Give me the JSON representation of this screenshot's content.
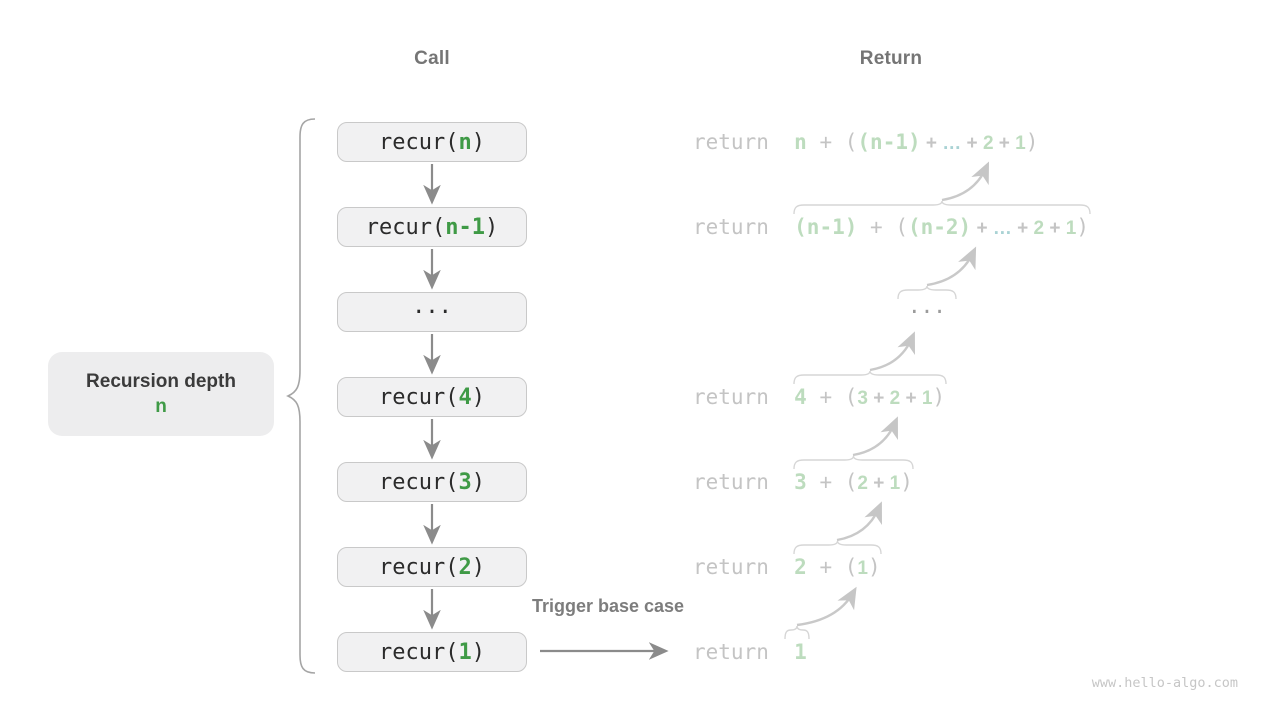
{
  "title_headers": {
    "call": "Call",
    "return": "Return"
  },
  "labels": {
    "recursion_depth_line1": "Recursion depth",
    "recursion_depth_line2": "n",
    "trigger": "Trigger base case",
    "watermark": "www.hello-algo.com"
  },
  "colors": {
    "green_dark": "#3f9a46",
    "green_light": "#bddcbe",
    "teal_light": "#a9d2d4"
  },
  "call_column": {
    "boxes": [
      {
        "tokens": [
          {
            "t": "recur(",
            "c": "d"
          },
          {
            "t": "n",
            "c": "grd",
            "b": true
          },
          {
            "t": ")",
            "c": "d"
          }
        ]
      },
      {
        "tokens": [
          {
            "t": "recur(",
            "c": "d"
          },
          {
            "t": "n-1",
            "c": "grd",
            "b": true
          },
          {
            "t": ")",
            "c": "d"
          }
        ]
      },
      {
        "variant": "dots",
        "tokens": [
          {
            "t": "···",
            "c": "d"
          }
        ]
      },
      {
        "tokens": [
          {
            "t": "recur(",
            "c": "d"
          },
          {
            "t": "4",
            "c": "grd",
            "b": true
          },
          {
            "t": ")",
            "c": "d"
          }
        ]
      },
      {
        "tokens": [
          {
            "t": "recur(",
            "c": "d"
          },
          {
            "t": "3",
            "c": "grd",
            "b": true
          },
          {
            "t": ")",
            "c": "d"
          }
        ]
      },
      {
        "tokens": [
          {
            "t": "recur(",
            "c": "d"
          },
          {
            "t": "2",
            "c": "grd",
            "b": true
          },
          {
            "t": ")",
            "c": "d"
          }
        ]
      },
      {
        "tokens": [
          {
            "t": "recur(",
            "c": "d"
          },
          {
            "t": "1",
            "c": "grd",
            "b": true
          },
          {
            "t": ")",
            "c": "d"
          }
        ]
      }
    ]
  },
  "return_column": {
    "rows": [
      {
        "tokens": [
          {
            "t": "return  ",
            "c": "g"
          },
          {
            "t": "n",
            "c": "gr",
            "b": true
          },
          {
            "t": " + ",
            "c": "g"
          },
          {
            "t": "(",
            "c": "g"
          },
          {
            "t": "(n-1)",
            "c": "gr",
            "b": true
          },
          {
            "t": " + ",
            "c": "g",
            "f": "s"
          },
          {
            "t": "…",
            "c": "t",
            "b": true,
            "f": "s"
          },
          {
            "t": " + ",
            "c": "g",
            "f": "s"
          },
          {
            "t": "2",
            "c": "gr",
            "b": true,
            "f": "s"
          },
          {
            "t": " + ",
            "c": "g",
            "f": "s"
          },
          {
            "t": "1",
            "c": "gr",
            "b": true,
            "f": "s"
          },
          {
            "t": ")",
            "c": "g"
          }
        ]
      },
      {
        "tokens": [
          {
            "t": "return  ",
            "c": "g"
          },
          {
            "t": "(n-1)",
            "c": "gr",
            "b": true
          },
          {
            "t": " + ",
            "c": "g"
          },
          {
            "t": "(",
            "c": "g"
          },
          {
            "t": "(n-2)",
            "c": "gr",
            "b": true
          },
          {
            "t": " + ",
            "c": "g",
            "f": "s"
          },
          {
            "t": "…",
            "c": "t",
            "b": true,
            "f": "s"
          },
          {
            "t": " + ",
            "c": "g",
            "f": "s"
          },
          {
            "t": "2",
            "c": "gr",
            "b": true,
            "f": "s"
          },
          {
            "t": " + ",
            "c": "g",
            "f": "s"
          },
          {
            "t": "1",
            "c": "gr",
            "b": true,
            "f": "s"
          },
          {
            "t": ")",
            "c": "g"
          }
        ]
      },
      {
        "variant": "dots",
        "tokens": [
          {
            "t": "···",
            "c": "g2"
          }
        ]
      },
      {
        "tokens": [
          {
            "t": "return  ",
            "c": "g"
          },
          {
            "t": "4",
            "c": "gr",
            "b": true
          },
          {
            "t": " + ",
            "c": "g"
          },
          {
            "t": "(",
            "c": "g"
          },
          {
            "t": "3",
            "c": "gr",
            "b": true,
            "f": "s"
          },
          {
            "t": " + ",
            "c": "g",
            "f": "s"
          },
          {
            "t": "2",
            "c": "gr",
            "b": true,
            "f": "s"
          },
          {
            "t": " + ",
            "c": "g",
            "f": "s"
          },
          {
            "t": "1",
            "c": "gr",
            "b": true,
            "f": "s"
          },
          {
            "t": ")",
            "c": "g"
          }
        ]
      },
      {
        "tokens": [
          {
            "t": "return  ",
            "c": "g"
          },
          {
            "t": "3",
            "c": "gr",
            "b": true
          },
          {
            "t": " + ",
            "c": "g"
          },
          {
            "t": "(",
            "c": "g"
          },
          {
            "t": "2",
            "c": "gr",
            "b": true,
            "f": "s"
          },
          {
            "t": " + ",
            "c": "g",
            "f": "s"
          },
          {
            "t": "1",
            "c": "gr",
            "b": true,
            "f": "s"
          },
          {
            "t": ")",
            "c": "g"
          }
        ]
      },
      {
        "tokens": [
          {
            "t": "return  ",
            "c": "g"
          },
          {
            "t": "2",
            "c": "gr",
            "b": true
          },
          {
            "t": " + ",
            "c": "g"
          },
          {
            "t": "(",
            "c": "g"
          },
          {
            "t": "1",
            "c": "gr",
            "b": true,
            "f": "s"
          },
          {
            "t": ")",
            "c": "g"
          }
        ]
      },
      {
        "tokens": [
          {
            "t": "return  ",
            "c": "g"
          },
          {
            "t": "1",
            "c": "gr",
            "b": true
          }
        ]
      }
    ]
  }
}
